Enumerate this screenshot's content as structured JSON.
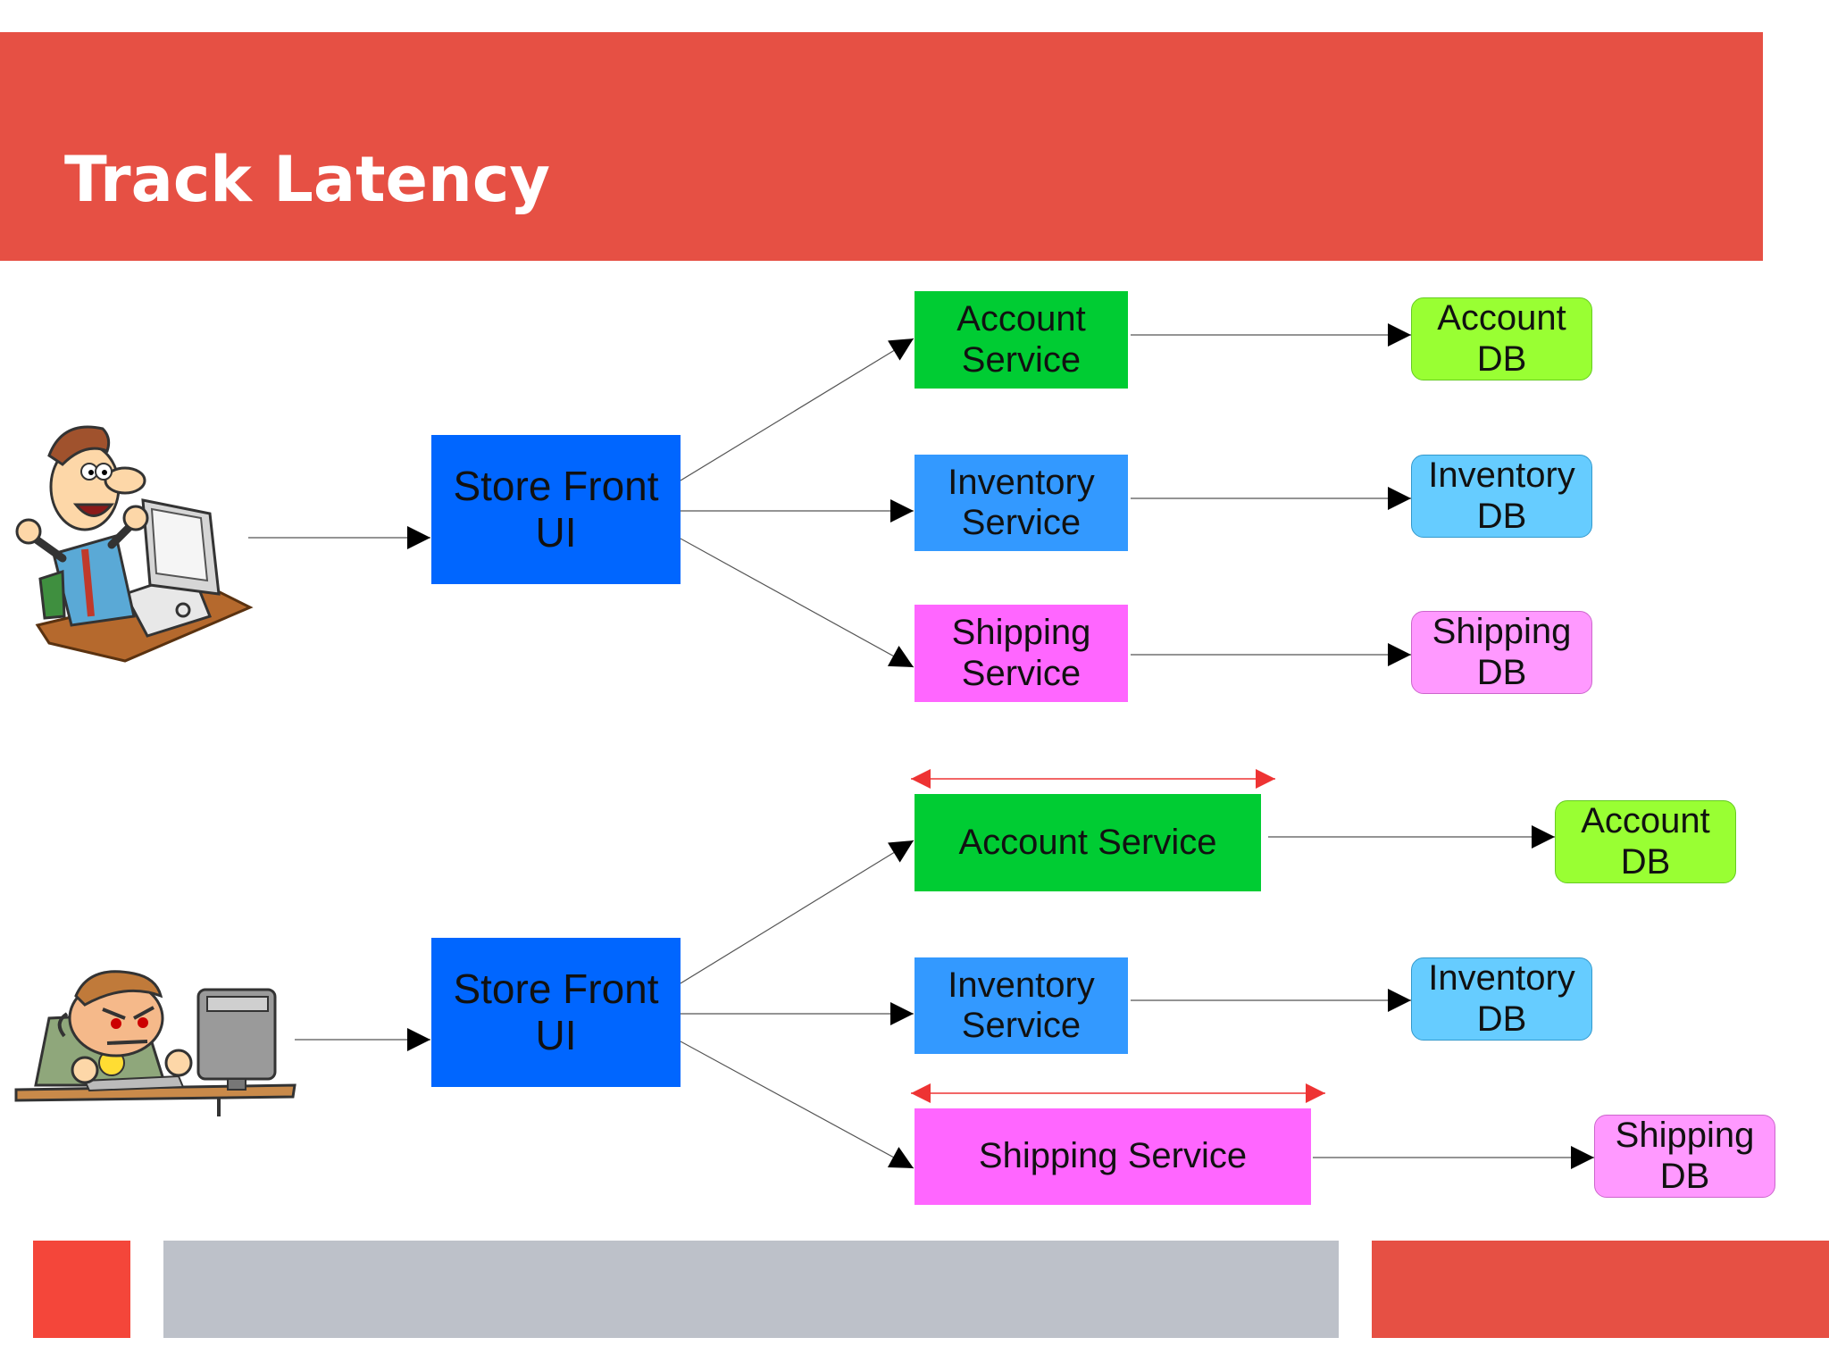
{
  "header": {
    "title": "Track Latency"
  },
  "top_row": {
    "store_front": "Store Front UI",
    "account_service": "Account Service",
    "inventory_service": "Inventory Service",
    "shipping_service": "Shipping Service",
    "account_db": "Account DB",
    "inventory_db": "Inventory DB",
    "shipping_db": "Shipping DB"
  },
  "bottom_row": {
    "store_front": "Store Front UI",
    "account_service": "Account Service",
    "inventory_service": "Inventory Service",
    "shipping_service": "Shipping Service",
    "account_db": "Account DB",
    "inventory_db": "Inventory DB",
    "shipping_db": "Shipping DB"
  },
  "colors": {
    "header": "#e65044",
    "store_front": "#0066ff",
    "account_service": "#00cc33",
    "inventory_service": "#3399ff",
    "shipping_service": "#ff66ff",
    "account_db": "#99ff33",
    "inventory_db": "#66ccff",
    "shipping_db": "#ff99ff",
    "latency_arrow": "#ee3333"
  }
}
